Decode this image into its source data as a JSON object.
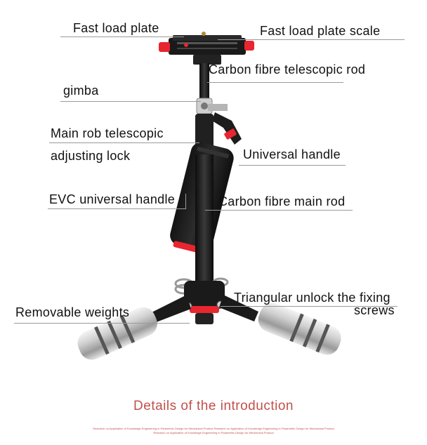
{
  "labels": {
    "fast_load_plate": "Fast load plate",
    "fast_load_plate_scale": "Fast load plate scale",
    "carbon_fibre_telescopic_rod": "Carbon fibre telescopic rod",
    "gimba": "gimba",
    "main_rob_line1": "Main rob telescopic",
    "main_rob_line2": "adjusting lock",
    "universal_handle": "Universal handle",
    "evc_universal_handle": "EVC universal handle",
    "carbon_fibre_main_rod": "Carbon fibre main rod",
    "triangular_line1": "Triangular unlock the fixing",
    "triangular_line2": "screws",
    "removable_weights": "Removable weights"
  },
  "footer": {
    "title": "Details of the introduction",
    "small_line1": "Research on Application of Knowledge Engineering in Parametric Design for Mechanical Product Research on Application of Knowledge Engineering in Parametric Design for Mechanical Product",
    "small_line2": "Research on Application of Knowledge Engineering in Parametric Design for Mechanical Product"
  },
  "colors": {
    "accent_red": "#e8262f",
    "footer_red": "#c0504d",
    "carbon_black": "#1b1b1b",
    "metal_silver": "#c9c9c9"
  }
}
